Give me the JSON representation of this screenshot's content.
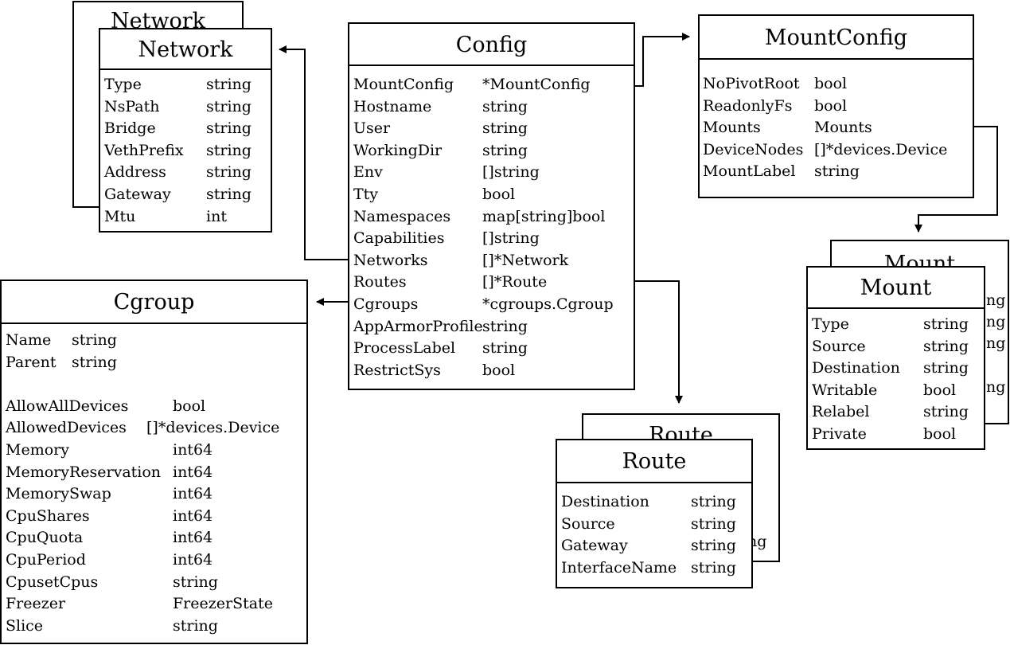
{
  "config": {
    "title": "Config",
    "fields": [
      {
        "name": "MountConfig",
        "type": "*MountConfig"
      },
      {
        "name": "Hostname",
        "type": "string"
      },
      {
        "name": "User",
        "type": "string"
      },
      {
        "name": "WorkingDir",
        "type": "string"
      },
      {
        "name": "Env",
        "type": "[]string"
      },
      {
        "name": "Tty",
        "type": "bool"
      },
      {
        "name": "Namespaces",
        "type": "map[string]bool"
      },
      {
        "name": "Capabilities",
        "type": "[]string"
      },
      {
        "name": "Networks",
        "type": "[]*Network"
      },
      {
        "name": "Routes",
        "type": "[]*Route"
      },
      {
        "name": "Cgroups",
        "type": "*cgroups.Cgroup"
      },
      {
        "name": "AppArmorProfile",
        "type": "string"
      },
      {
        "name": "ProcessLabel",
        "type": "string"
      },
      {
        "name": "RestrictSys",
        "type": "bool"
      }
    ]
  },
  "network": {
    "title": "Network",
    "back_title": "Network",
    "fields": [
      {
        "name": "Type",
        "type": "string"
      },
      {
        "name": "NsPath",
        "type": "string"
      },
      {
        "name": "Bridge",
        "type": "string"
      },
      {
        "name": "VethPrefix",
        "type": "string"
      },
      {
        "name": "Address",
        "type": "string"
      },
      {
        "name": "Gateway",
        "type": "string"
      },
      {
        "name": "Mtu",
        "type": "int"
      }
    ]
  },
  "mountconfig": {
    "title": "MountConfig",
    "fields": [
      {
        "name": "NoPivotRoot",
        "type": "bool"
      },
      {
        "name": "ReadonlyFs",
        "type": "bool"
      },
      {
        "name": "Mounts",
        "type": "Mounts"
      },
      {
        "name": "DeviceNodes",
        "type": "[]*devices.Device"
      },
      {
        "name": "MountLabel",
        "type": "string"
      }
    ]
  },
  "mount": {
    "title": "Mount",
    "back_title": "Mount",
    "back_fragments": [
      "ng",
      "ng",
      "ng",
      "ng"
    ],
    "fields": [
      {
        "name": "Type",
        "type": "string"
      },
      {
        "name": "Source",
        "type": "string"
      },
      {
        "name": "Destination",
        "type": "string"
      },
      {
        "name": "Writable",
        "type": "bool"
      },
      {
        "name": "Relabel",
        "type": "string"
      },
      {
        "name": "Private",
        "type": "bool"
      }
    ]
  },
  "cgroup": {
    "title": "Cgroup",
    "fields": [
      {
        "name": "Name",
        "type": "string"
      },
      {
        "name": "Parent",
        "type": "string"
      },
      {
        "name": "",
        "type": ""
      },
      {
        "name": "AllowAllDevices",
        "type": "bool"
      },
      {
        "name": "AllowedDevices",
        "type": "[]*devices.Device"
      },
      {
        "name": "Memory",
        "type": "int64"
      },
      {
        "name": "MemoryReservation",
        "type": "int64"
      },
      {
        "name": "MemorySwap",
        "type": "int64"
      },
      {
        "name": "CpuShares",
        "type": "int64"
      },
      {
        "name": "CpuQuota",
        "type": "int64"
      },
      {
        "name": "CpuPeriod",
        "type": "int64"
      },
      {
        "name": "CpusetCpus",
        "type": "string"
      },
      {
        "name": "Freezer",
        "type": "FreezerState"
      },
      {
        "name": "Slice",
        "type": "string"
      }
    ]
  },
  "route": {
    "title": "Route",
    "back_title": "Route",
    "back_fragments": [
      "ng"
    ],
    "fields": [
      {
        "name": "Destination",
        "type": "string"
      },
      {
        "name": "Source",
        "type": "string"
      },
      {
        "name": "Gateway",
        "type": "string"
      },
      {
        "name": "InterfaceName",
        "type": "string"
      }
    ]
  }
}
